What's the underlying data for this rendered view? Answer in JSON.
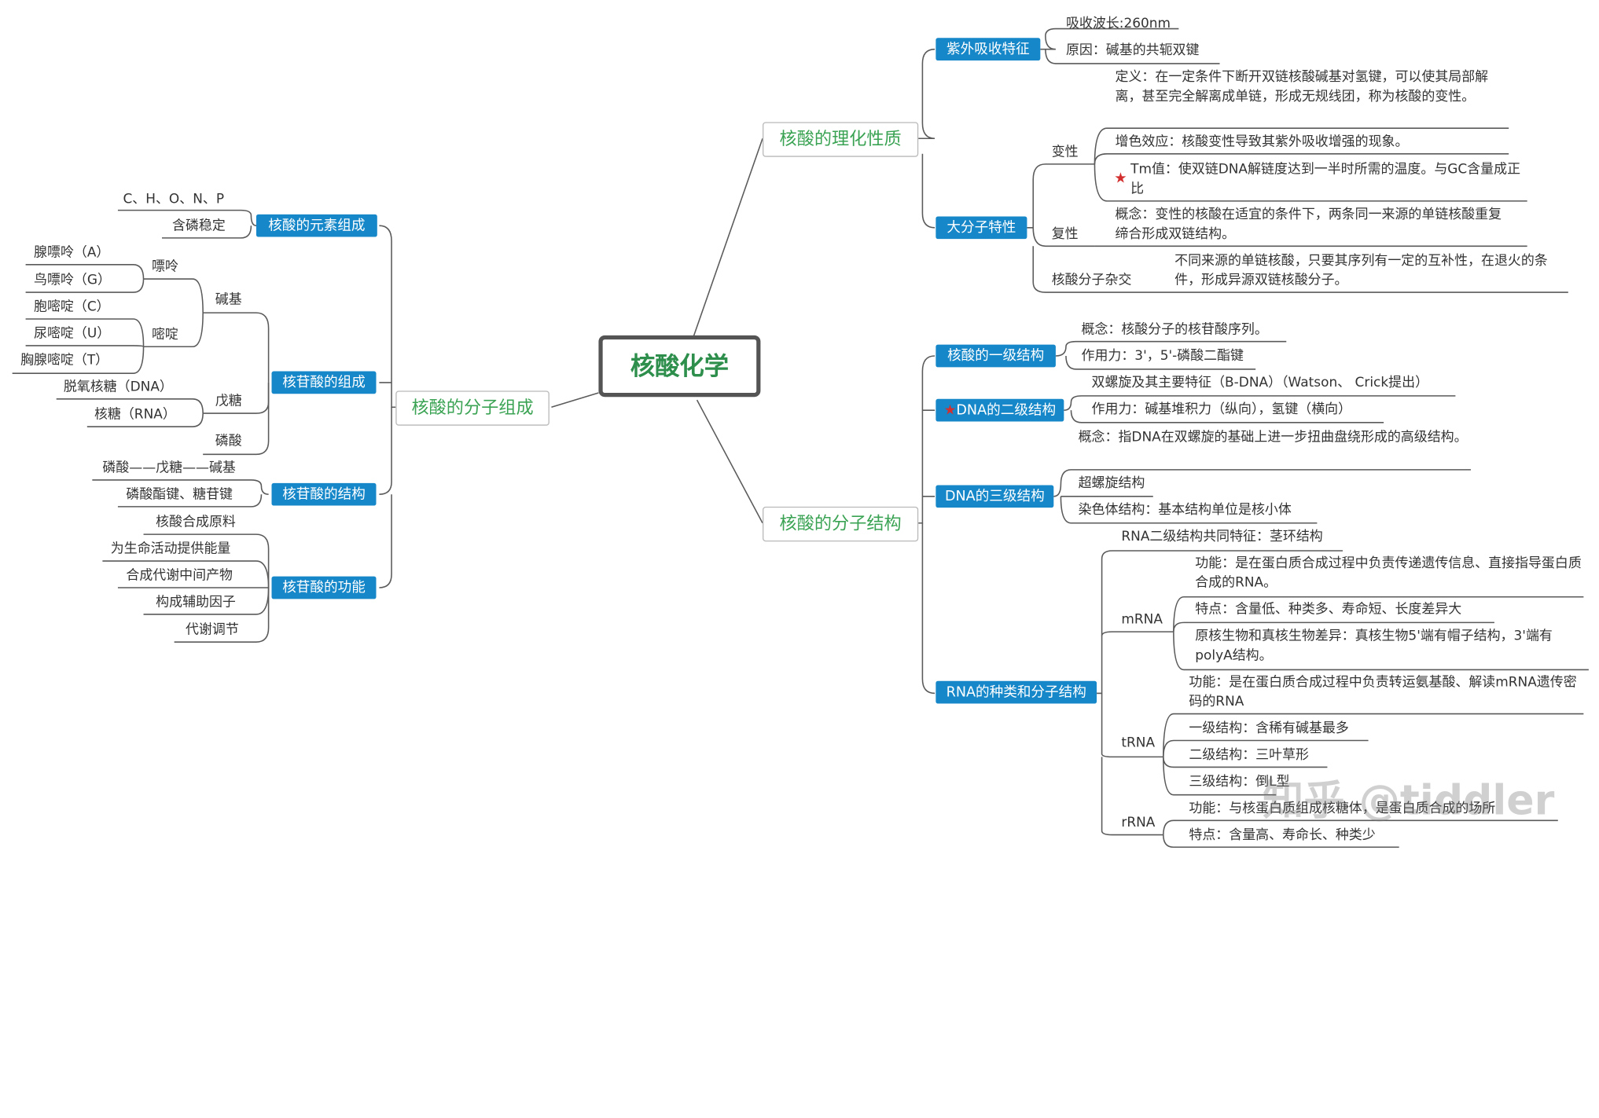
{
  "root": "核酸化学",
  "branches": {
    "phys": {
      "title": "核酸的理化性质",
      "uv": {
        "title": "紫外吸收特征",
        "items": [
          "吸收波长:260nm",
          "原因：碱基的共轭双键"
        ]
      },
      "macro": {
        "title": "大分子特性",
        "denature": {
          "label": "变性",
          "items": [
            "定义：在一定条件下断开双链核酸碱基对氢键，可以使其局部解离，甚至完全解离成单链，形成无规线团，称为核酸的变性。",
            "增色效应：核酸变性导致其紫外吸收增强的现象。",
            "Tm值：使双链DNA解链度达到一半时所需的温度。与GC含量成正比"
          ]
        },
        "renature": {
          "label": "复性",
          "items": [
            "概念：变性的核酸在适宜的条件下，两条同一来源的单链核酸重复缔合形成双链结构。"
          ]
        },
        "hybrid": {
          "label": "核酸分子杂交",
          "items": [
            "不同来源的单链核酸，只要其序列有一定的互补性，在退火的条件，形成异源双链核酸分子。"
          ]
        }
      }
    },
    "struct": {
      "title": "核酸的分子结构",
      "primary": {
        "title": "核酸的一级结构",
        "items": [
          "概念：核酸分子的核苷酸序列。",
          "作用力：3'，5'-磷酸二酯键"
        ]
      },
      "secondary": {
        "title": "DNA的二级结构",
        "items": [
          "双螺旋及其主要特征（B-DNA）（Watson、 Crick提出）",
          "作用力：碱基堆积力（纵向），氢键（横向）"
        ]
      },
      "tertiary": {
        "title": "DNA的三级结构",
        "items": [
          "概念：指DNA在双螺旋的基础上进一步扭曲盘绕形成的高级结构。",
          "超螺旋结构",
          "染色体结构：基本结构单位是核小体"
        ]
      },
      "rna": {
        "title": "RNA的种类和分子结构",
        "common": "RNA二级结构共同特征：茎环结构",
        "mrna": {
          "label": "mRNA",
          "items": [
            "功能：是在蛋白质合成过程中负责传递遗传信息、直接指导蛋白质合成的RNA。",
            "特点：含量低、种类多、寿命短、长度差异大",
            "原核生物和真核生物差异：真核生物5'端有帽子结构，3'端有polyA结构。"
          ]
        },
        "trna": {
          "label": "tRNA",
          "items": [
            "功能：是在蛋白质合成过程中负责转运氨基酸、解读mRNA遗传密码的RNA",
            "一级结构：含稀有碱基最多",
            "二级结构：三叶草形",
            "三级结构：倒L型"
          ]
        },
        "rrna": {
          "label": "rRNA",
          "items": [
            "功能：与核蛋白质组成核糖体，是蛋白质合成的场所",
            "特点：含量高、寿命长、种类少"
          ]
        }
      }
    },
    "comp": {
      "title": "核酸的分子组成",
      "elements": {
        "title": "核酸的元素组成",
        "items": [
          "C、H、O、N、P",
          "含磷稳定"
        ]
      },
      "nucleotide": {
        "title": "核苷酸的组成",
        "base": {
          "label": "碱基",
          "purine": {
            "label": "嘌呤",
            "items": [
              "腺嘌呤（A）",
              "鸟嘌呤（G）"
            ]
          },
          "pyrimidine": {
            "label": "嘧啶",
            "items": [
              "胞嘧啶（C）",
              "尿嘧啶（U）",
              "胸腺嘧啶（T）"
            ]
          }
        },
        "sugar": {
          "label": "戊糖",
          "items": [
            "脱氧核糖（DNA）",
            "核糖（RNA）"
          ]
        },
        "phosphate": "磷酸"
      },
      "structure": {
        "title": "核苷酸的结构",
        "items": [
          "磷酸——戊糖——碱基",
          "磷酸酯键、糖苷键"
        ]
      },
      "function": {
        "title": "核苷酸的功能",
        "items": [
          "核酸合成原料",
          "为生命活动提供能量",
          "合成代谢中间产物",
          "构成辅助因子",
          "代谢调节"
        ]
      }
    }
  },
  "watermark": "知乎 @tiddler",
  "colors": {
    "sub_bg": "#1687c8",
    "main_text": "#3aa353",
    "root_text": "#2e8f4d",
    "star": "#d32f2f",
    "lines": "#555555"
  }
}
